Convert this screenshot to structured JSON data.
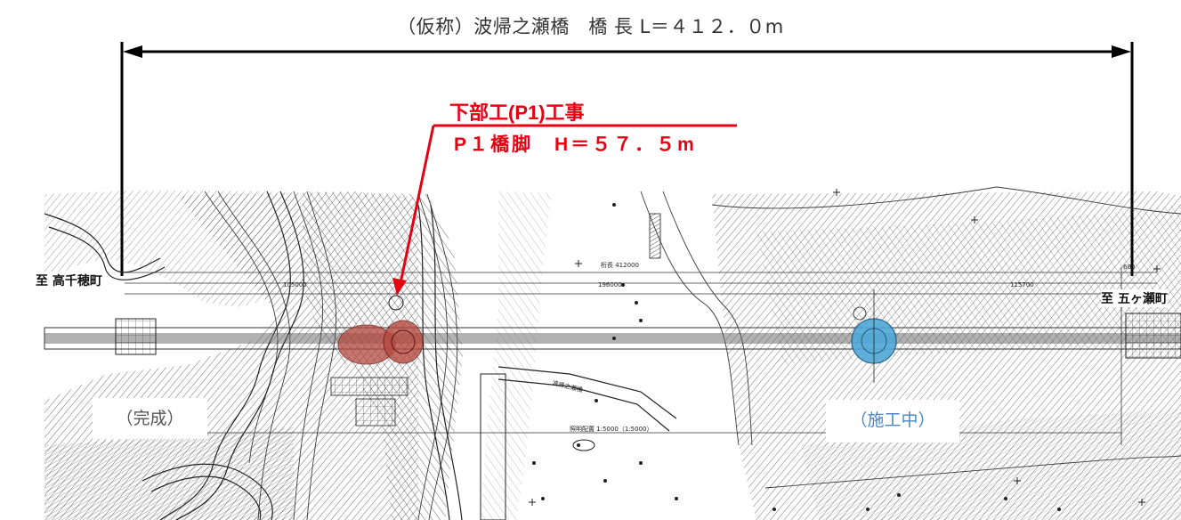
{
  "title": "（仮称）波帰之瀬橋　橋 長 L＝４１２．０m",
  "callout": {
    "heading": "下部工(P1)工事",
    "detail": "P１橋脚　H＝５７．５m"
  },
  "labels": {
    "left_direction": "至 高千穂町",
    "right_direction": "至 五ヶ瀬町",
    "status_done": "（完成）",
    "status_under_construction": "（施工中）"
  },
  "map_annotations": {
    "span_length": "桁長 412000",
    "dim_center": "196000",
    "dim_left": "105000",
    "dim_right": "115700",
    "plan_scale": "照明配置 1:5000（1:5000）",
    "road_name": "波帰之瀬橋",
    "elev_right": "600"
  },
  "colors": {
    "callout": "#e60012",
    "pier_done": "#b5493f",
    "pier_building": "#4fa8d8",
    "status_building_text": "#4a86c6",
    "contour": "#3a3a3a"
  }
}
